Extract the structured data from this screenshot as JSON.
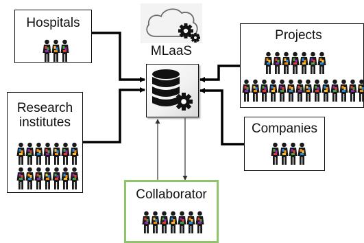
{
  "nodes": {
    "hospitals": {
      "label": "Hospitals"
    },
    "research": {
      "label": "Research institutes"
    },
    "projects": {
      "label": "Projects"
    },
    "companies": {
      "label": "Companies"
    },
    "collaborator": {
      "label": "Collaborator"
    },
    "mlaas": {
      "label": "MLaaS"
    }
  },
  "icons": {
    "cloud": "cloud-gear-icon",
    "hub": "database-gear-icon",
    "people": "people-group-icon"
  },
  "colors": {
    "collaborator_border": "#8fc46a",
    "lines": "#000000",
    "figure_base": "#1a1a1a",
    "figure_accents": [
      "#e53935",
      "#fbc02d",
      "#43a047",
      "#1e88e5",
      "#8e24aa",
      "#fb8c00"
    ]
  }
}
